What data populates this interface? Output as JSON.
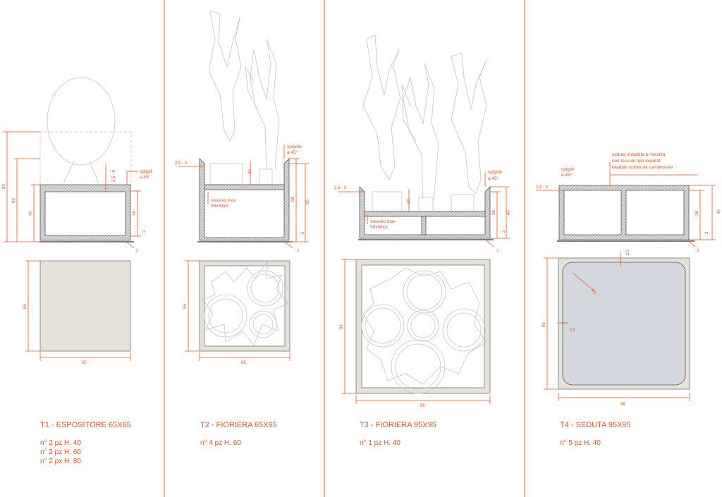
{
  "panels": [
    {
      "title": "T1 - ESPOSITORE 65X65",
      "quantities": [
        "n° 2 pz H. 40",
        "n° 2 pz H. 60",
        "n° 2 px H. 80"
      ],
      "dims": {
        "h80": "80",
        "h60": "60",
        "h40": "40",
        "h38": "38",
        "bottom2": "2",
        "side2": "2",
        "chamfer": "2,5 - 3",
        "width": "65",
        "depth": "65"
      },
      "notes": {
        "edges": "spigoli",
        "edges_angle": "a 45°"
      },
      "colors": {
        "plan_fill": "#e6e2da"
      }
    },
    {
      "title": "T2 - FIORIERA 65X65",
      "quantities": [
        "n° 4 pz H. 60"
      ],
      "dims": {
        "h60": "60",
        "h58": "58",
        "h20": "20",
        "bottom2": "2",
        "side2": "2",
        "chamfer": "2,5 - 3",
        "width": "65",
        "depth": "65"
      },
      "notes": {
        "edges": "spigolo",
        "edges_angle": "a 45°",
        "tray": "vassoio inox",
        "tray_size": "58x58x3"
      },
      "colors": {
        "plan_frame": "#e6e2da"
      }
    },
    {
      "title": "T3 - FIORIERA 95X95",
      "quantities": [
        "n° 1 pz H. 40"
      ],
      "dims": {
        "h40": "40",
        "h38": "38",
        "h20": "20",
        "bottom2": "2",
        "side2": "2",
        "chamfer": "2,5 - 3",
        "width": "95",
        "depth": "95"
      },
      "notes": {
        "edges": "spigolo",
        "edges_angle": "a 45°",
        "tray": "vassoio inox",
        "tray_size": "58x58x3"
      },
      "colors": {
        "plan_frame": "#e6e2da"
      }
    },
    {
      "title": "T4 - SEDUTA 95X95",
      "quantities": [
        "n° 5 pz H. 40"
      ],
      "dims": {
        "h40": "40",
        "h38": "38",
        "bottom2": "2",
        "side2": "2",
        "chamfer": "2,5 - 3",
        "width": "95",
        "depth": "95",
        "radius": "R5",
        "inset_top": "2,5",
        "inset_side": "2,5"
      },
      "notes": {
        "edges": "spigoli",
        "edges_angle": "a 45°",
        "seat_1": "seduta imbottita e rivestita",
        "seat_2": "con tessuto tipo kvadrat",
        "seat_3": "lavabile colore da campionare"
      },
      "colors": {
        "plan_frame": "#e6e2da",
        "cushion": "#d5d7de"
      }
    }
  ],
  "colors": {
    "accent": "#e8541e",
    "material": "#e6e2da"
  }
}
